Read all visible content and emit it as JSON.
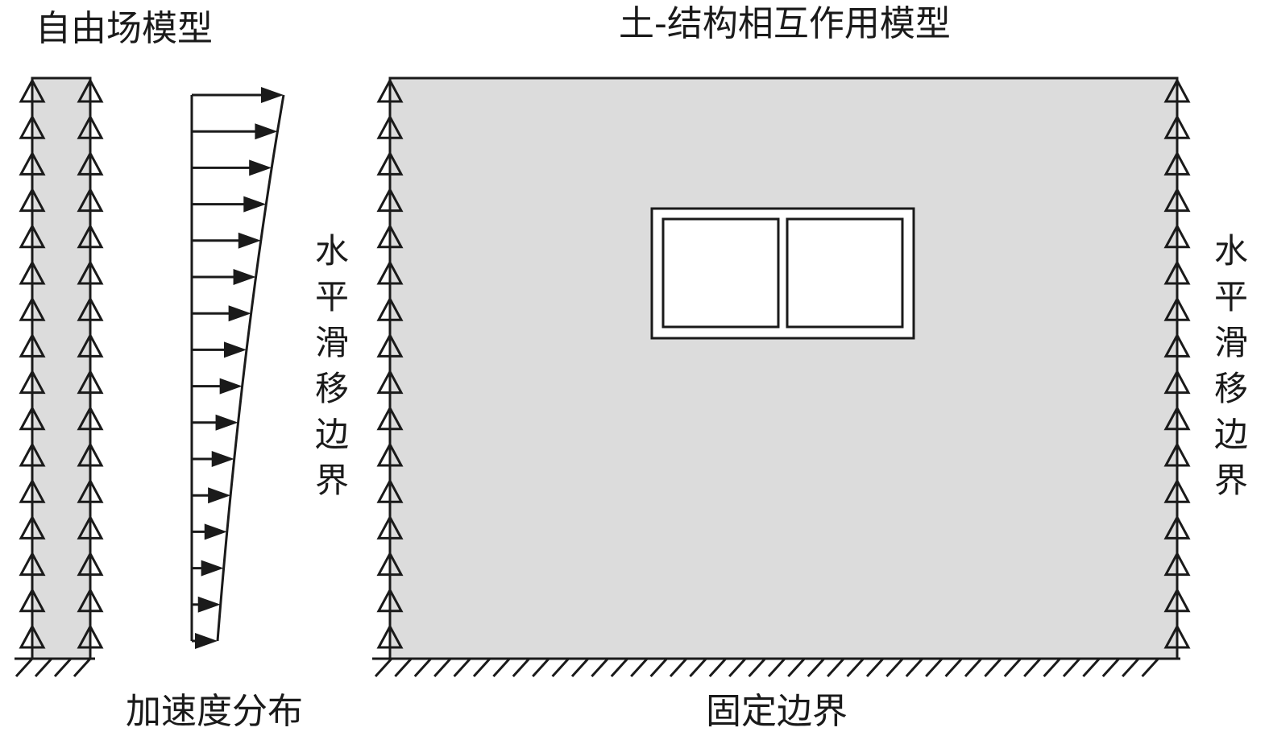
{
  "titles": {
    "free_field": "自由场模型",
    "ssi": "土-结构相互作用模型"
  },
  "labels": {
    "accel_distribution": "加速度分布",
    "fixed_boundary": "固定边界",
    "slip_boundary_left": "水\n平\n滑\n移\n边\n界",
    "slip_boundary_right": "水\n平\n滑\n移\n边\n界"
  },
  "colors": {
    "soil_fill": "#dcdcdc",
    "stroke": "#1a1a1a",
    "structure_fill": "#ffffff"
  },
  "icons": {
    "roller_support": "triangle-roller-icon",
    "fixed_support": "hatch-ground-icon",
    "acceleration_arrow": "arrow-right-icon"
  }
}
